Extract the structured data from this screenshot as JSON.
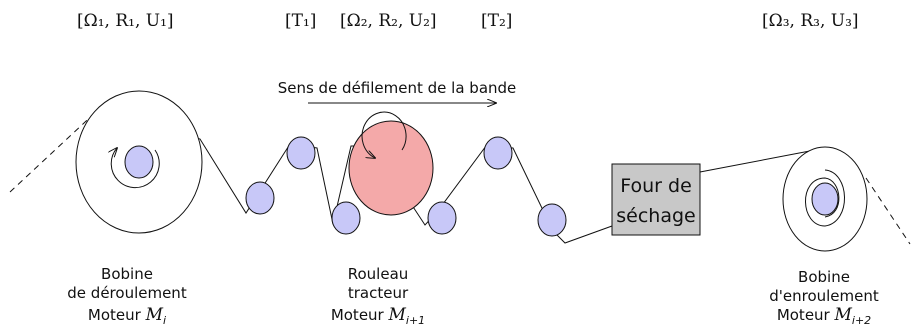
{
  "top_labels": {
    "group1": "[Ω₁, R₁, U₁]",
    "tension1": "[T₁]",
    "group2": "[Ω₂, R₂, U₂]",
    "tension2": "[T₂]",
    "group3": "[Ω₃, R₃, U₃]"
  },
  "direction_label": "Sens de défilement de la bande",
  "dryer": {
    "line1": "Four de",
    "line2": "séchage"
  },
  "unwinder": {
    "line1": "Bobine",
    "line2": "de déroulement",
    "motor_prefix": "Moteur ",
    "motor_var": "M",
    "motor_sub": "i"
  },
  "tractor": {
    "line1": "Rouleau",
    "line2": "tracteur",
    "motor_prefix": "Moteur ",
    "motor_var": "M",
    "motor_sub": "i+1"
  },
  "winder": {
    "line1": "Bobine",
    "line2": "d'enroulement",
    "motor_prefix": "Moteur ",
    "motor_var": "M",
    "motor_sub": "i+2"
  },
  "colors": {
    "roller_fill": "#c8c8f8",
    "tractor_fill": "#f4a9a9",
    "dryer_fill": "#c8c8c8",
    "stroke": "#111111"
  }
}
